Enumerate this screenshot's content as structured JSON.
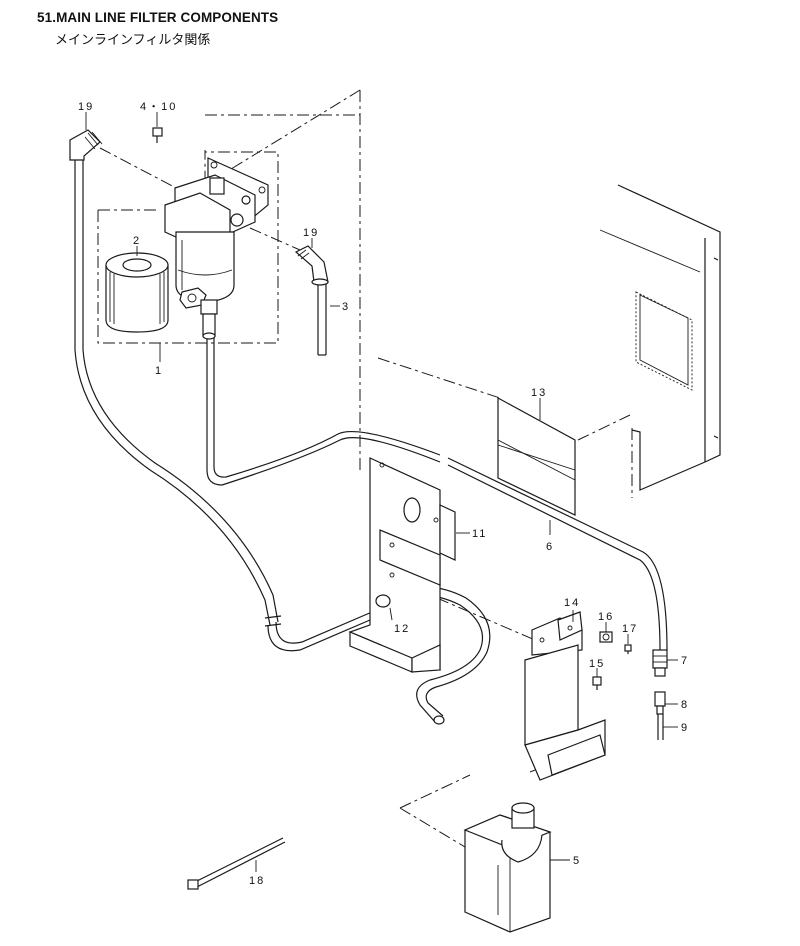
{
  "title": "51.MAIN LINE FILTER COMPONENTS",
  "subtitle": "メインラインフィルタ関係",
  "callouts": {
    "c1": "1",
    "c2": "2",
    "c3": "3",
    "c4_10": "4・10",
    "c5": "5",
    "c6": "6",
    "c7": "7",
    "c8": "8",
    "c9": "9",
    "c11": "11",
    "c12": "12",
    "c13": "13",
    "c14": "14",
    "c15": "15",
    "c16": "16",
    "c17": "17",
    "c18": "18",
    "c19a": "19",
    "c19b": "19"
  }
}
